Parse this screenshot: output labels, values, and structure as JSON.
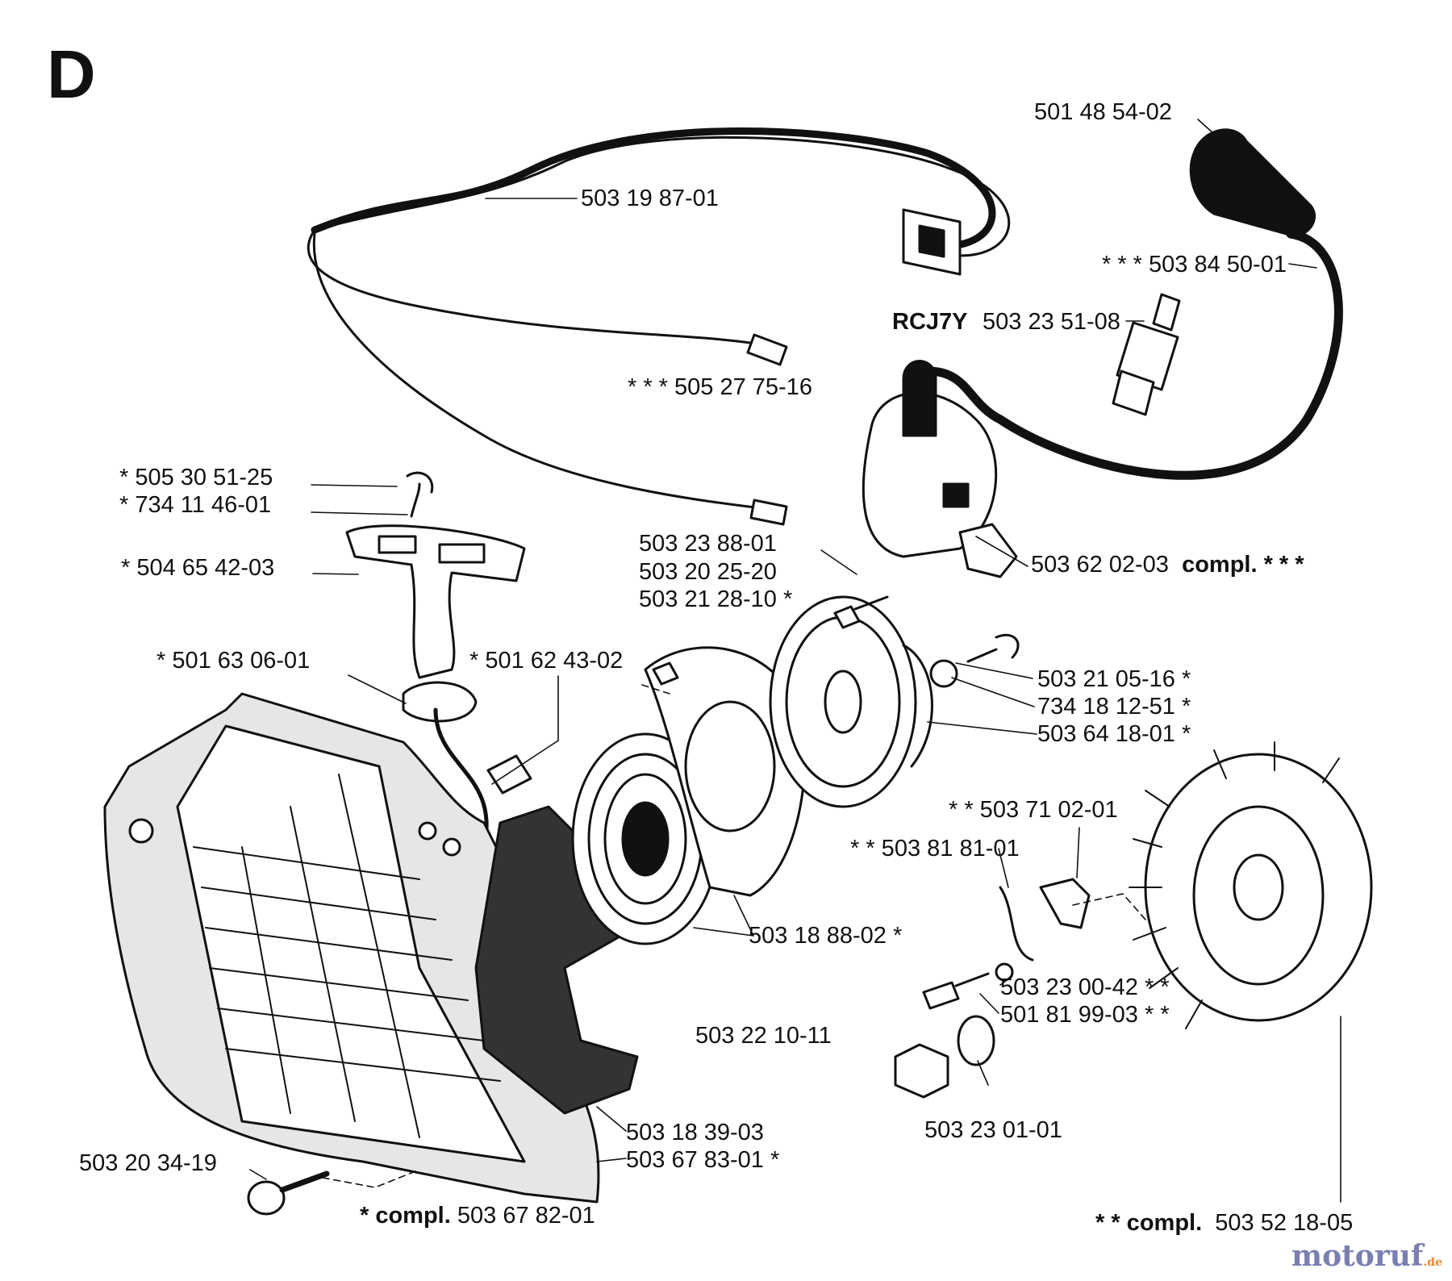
{
  "section_letter": "D",
  "labels": {
    "wire_harness": "503 19 87-01",
    "plug_cap": "501 48 54-02",
    "hv_lead": "* * * 503 84 50-01",
    "plug_type": "RCJ7Y",
    "spark_plug": "503 23 51-08",
    "connector": "* * * 505 27 75-16",
    "grip_screw": "* 505 30 51-25",
    "grip_washer": "* 734 11 46-01",
    "handle": "* 504 65 42-03",
    "rope_guide": "* 501 63 06-01",
    "sleeve": "* 501 62 43-02",
    "screw_a": "503 23 88-01",
    "screw_b": "503 20 25-20",
    "screw_c": "503 21 28-10 *",
    "module_num": "503 62 02-03",
    "module_suffix": "compl. * * *",
    "pulley_screw": "503 21 05-16 *",
    "pulley_washer": "734 18 12-51 *",
    "pulley": "503 64 18-01 *",
    "pawl": "* * 503 71 02-01",
    "spring": "* * 503 81 81-01",
    "recoil_spring": "503 18 88-02 *",
    "washer_small": "503 23 00-42 * *",
    "pawl_screw": "501 81 99-03 * *",
    "nut": "503 22 10-11",
    "flywheel_washer": "503 23 01-01",
    "bracket": "503 18 39-03",
    "cover_part": "503 67 83-01 *",
    "cover_screw": "503 20 34-19",
    "starter_compl_prefix": "* compl.",
    "starter_compl_num": "503 67 82-01",
    "flywheel_compl_prefix": "* * compl.",
    "flywheel_compl_num": "503 52 18-05"
  },
  "watermark": {
    "main": "motoruf",
    "suffix": ".de"
  }
}
